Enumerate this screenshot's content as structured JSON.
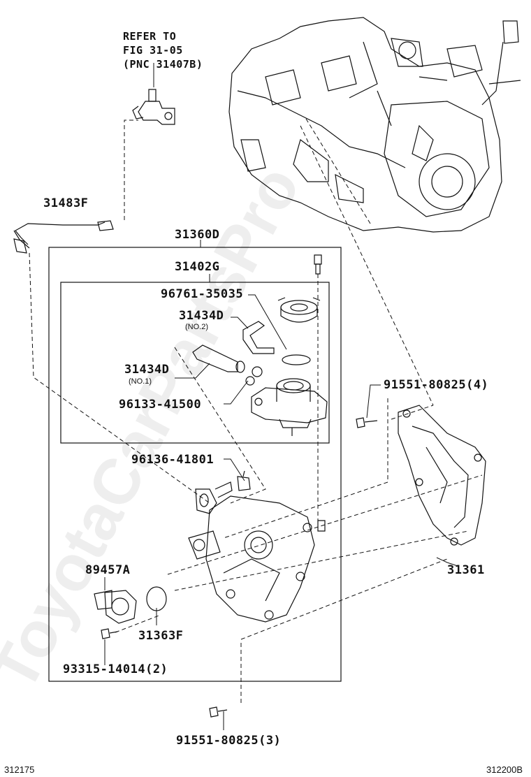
{
  "diagram": {
    "refer_note": [
      "REFER TO",
      "FIG 31-05",
      "(PNC 31407B)"
    ],
    "labels": {
      "hose_31483F": "31483F",
      "assy_31360D": "31360D",
      "kit_31402G": "31402G",
      "seal_96761": "96761-35035",
      "hose2_31434D": "31434D",
      "hose2_note": "(NO.2)",
      "hose1_31434D": "31434D",
      "hose1_note": "(NO.1)",
      "clip_96133": "96133-41500",
      "clip_96136": "96136-41801",
      "bolt_91551_4": "91551-80825(4)",
      "plate_31361": "31361",
      "sensor_89457A": "89457A",
      "oring_31363F": "31363F",
      "bolt_93315": "93315-14014(2)",
      "bolt_91551_3": "91551-80825(3)"
    },
    "watermark": "ToyotaCarPartsPro",
    "footer_left": "312175",
    "footer_right": "312200B"
  }
}
